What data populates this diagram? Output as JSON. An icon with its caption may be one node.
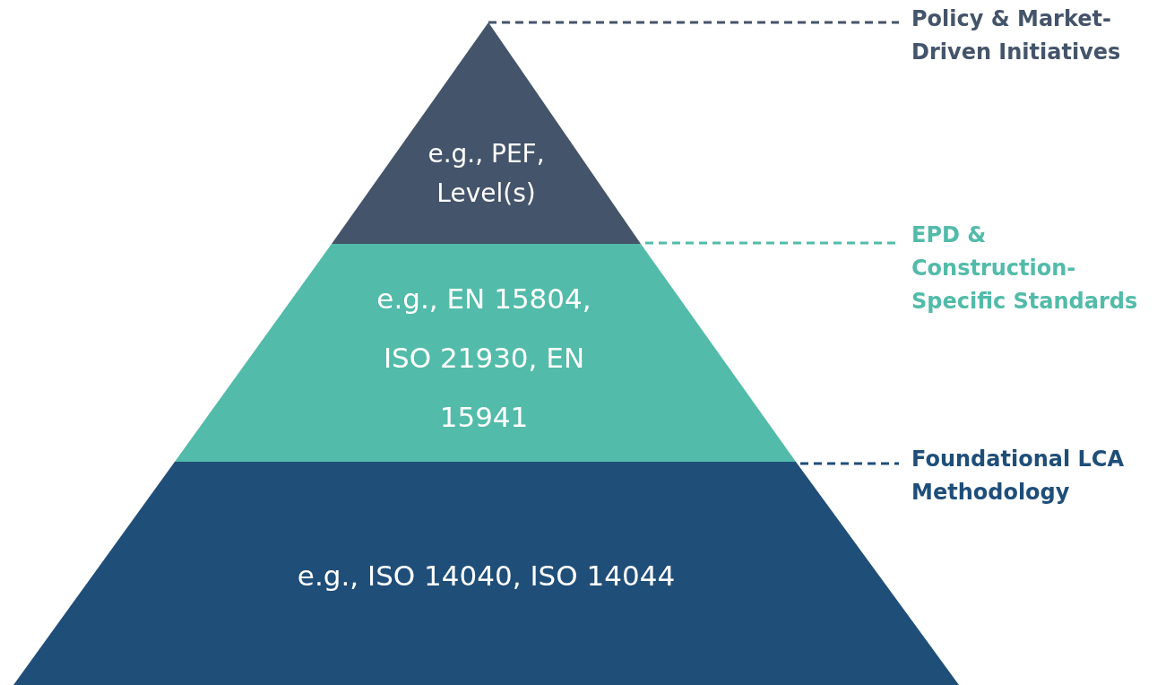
{
  "diagram": {
    "nodes": [
      {
        "text": [
          "e.g., PEF, Level(s)"
        ]
      },
      {
        "text": [
          "e.g., EN 15804, ISO 21930, EN 15941"
        ]
      },
      {
        "text": [
          "e.g., ISO 14040, ISO 14044"
        ]
      },
      {
        "text": [
          "Policy & Market-Driven Initiatives"
        ]
      },
      {
        "text": [
          "EPD & Construction-Specific Standards"
        ]
      },
      {
        "text": [
          "Foundational LCA Methodology"
        ]
      }
    ],
    "edges": [
      {
        "from": 0,
        "to": 3,
        "arrow": "none",
        "style": "dashed",
        "color": "#44546a"
      },
      {
        "from": 1,
        "to": 4,
        "arrow": "none",
        "style": "dashed",
        "color": "#52bba9"
      },
      {
        "from": 2,
        "to": 5,
        "arrow": "none",
        "style": "dashed",
        "color": "#1f4e79"
      }
    ]
  }
}
